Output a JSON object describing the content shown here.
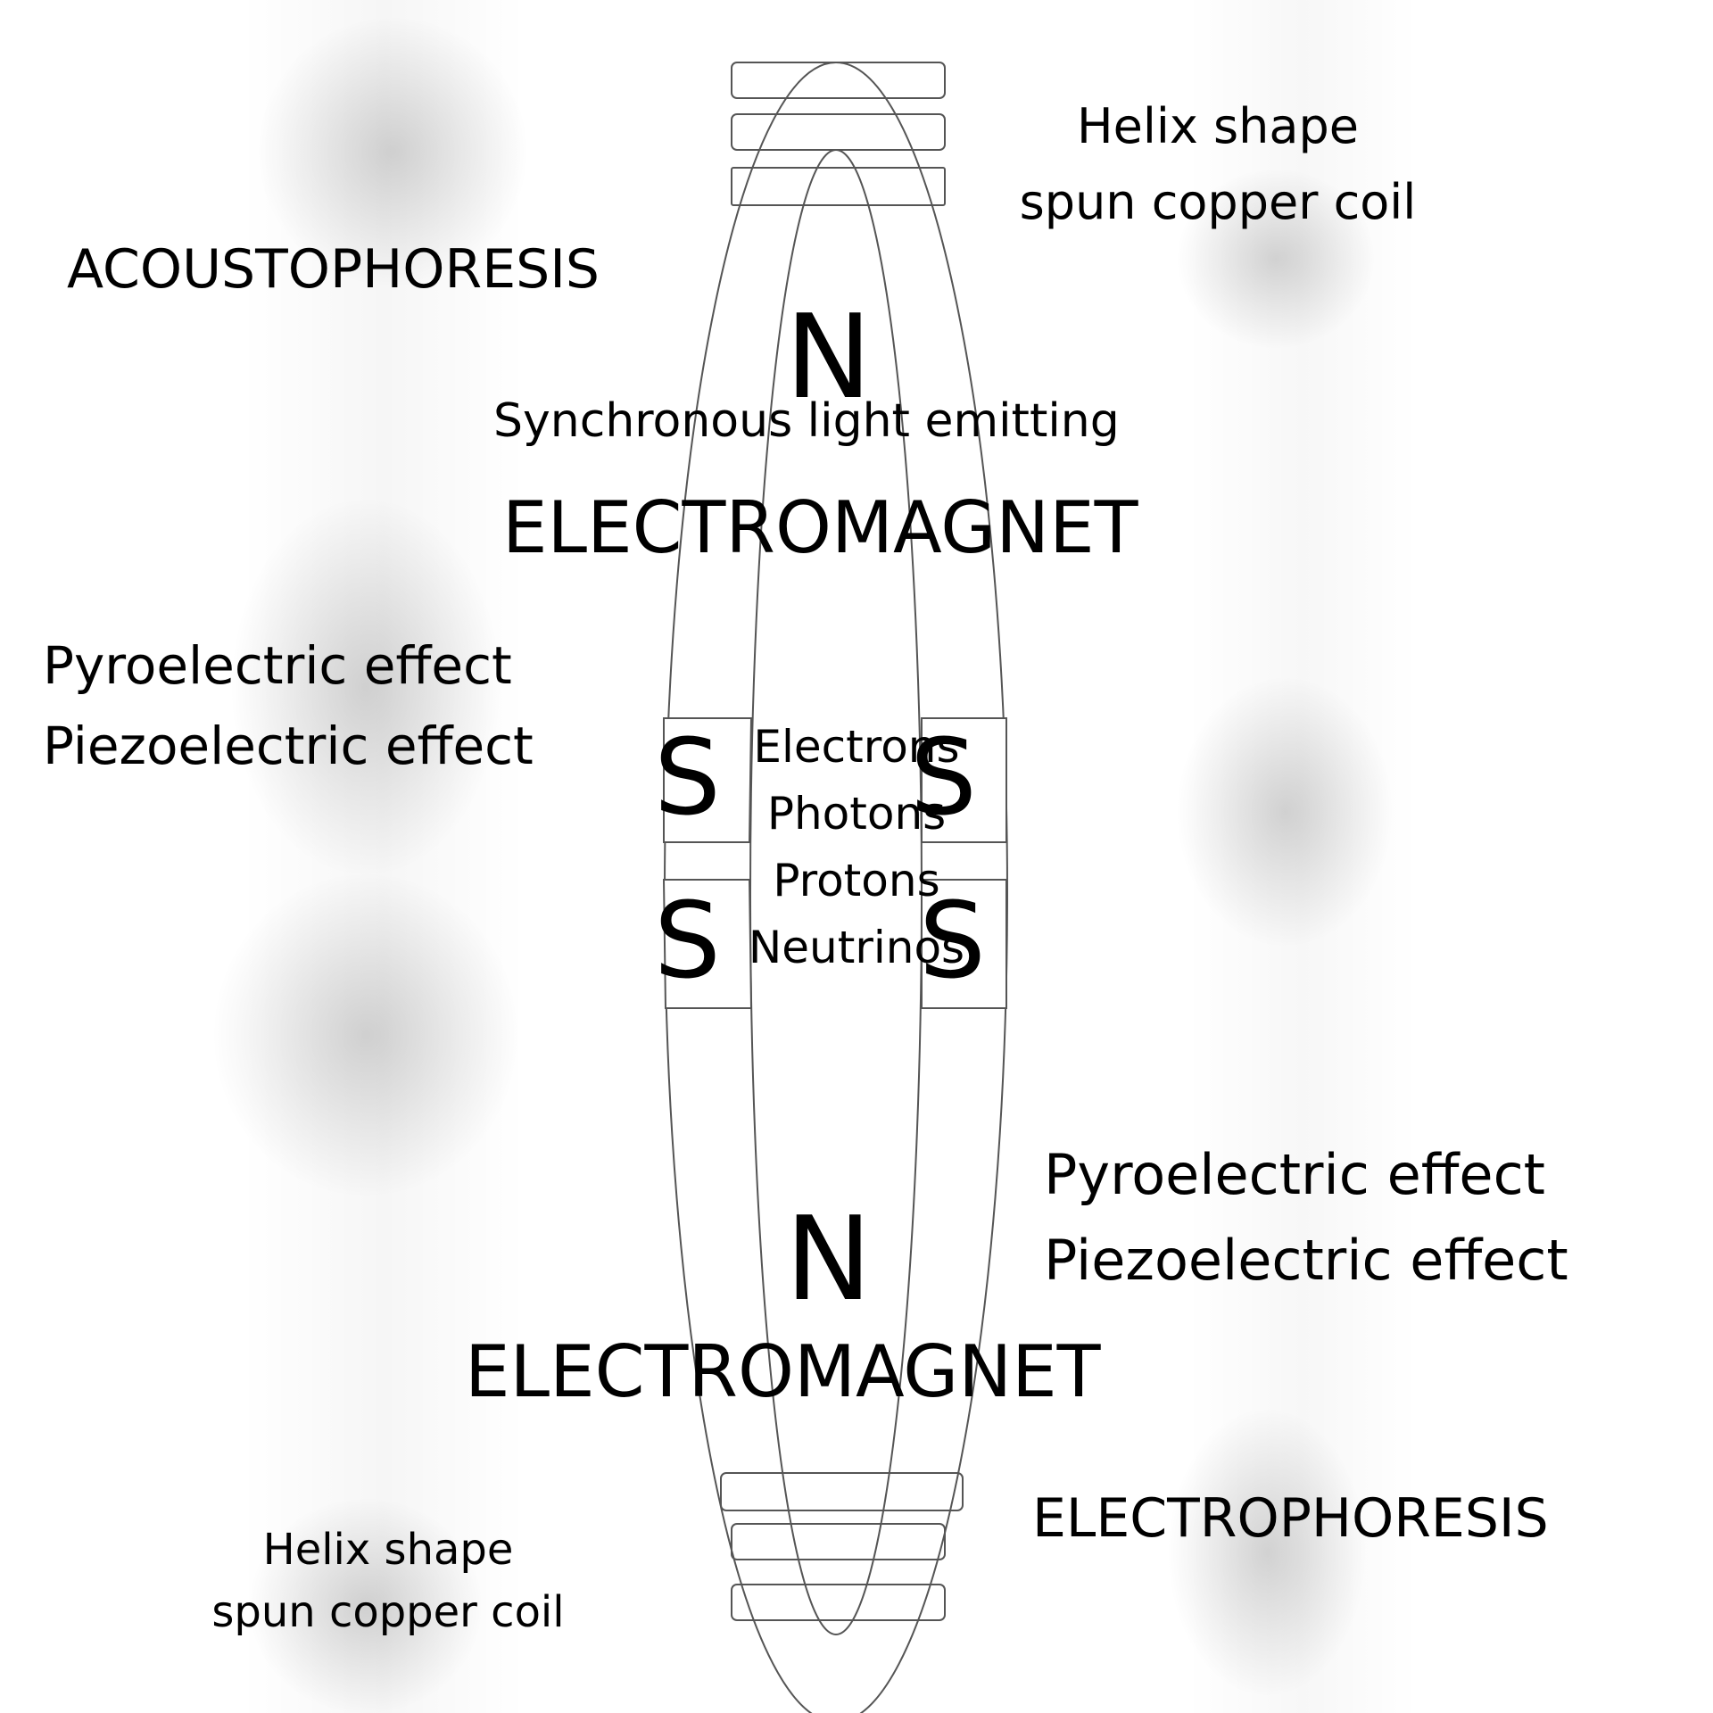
{
  "labels": {
    "helix_top": "Helix shape\nspun copper coil",
    "acoustophoresis": "ACOUSTOPHORESIS",
    "synchronous": "Synchronous light emitting",
    "electromagnet_top": "ELECTROMAGNET",
    "effects_left": "Pyroelectric effect\nPiezoelectric effect",
    "particles": "Electrons\nPhotons\nProtons\nNeutrinos",
    "effects_right": "Pyroelectric effect\nPiezoelectric effect",
    "electromagnet_bottom": "ELECTROMAGNET",
    "electrophoresis": "ELECTROPHORESIS",
    "helix_bottom": "Helix shape\nspun copper coil"
  },
  "poles": {
    "north_top": "N",
    "south_upper_left": "S",
    "south_upper_right": "S",
    "south_lower_left": "S",
    "south_lower_right": "S",
    "north_bottom": "N"
  },
  "colors": {
    "background": "#ffffff",
    "text": "#000000",
    "stroke": "#555555"
  }
}
